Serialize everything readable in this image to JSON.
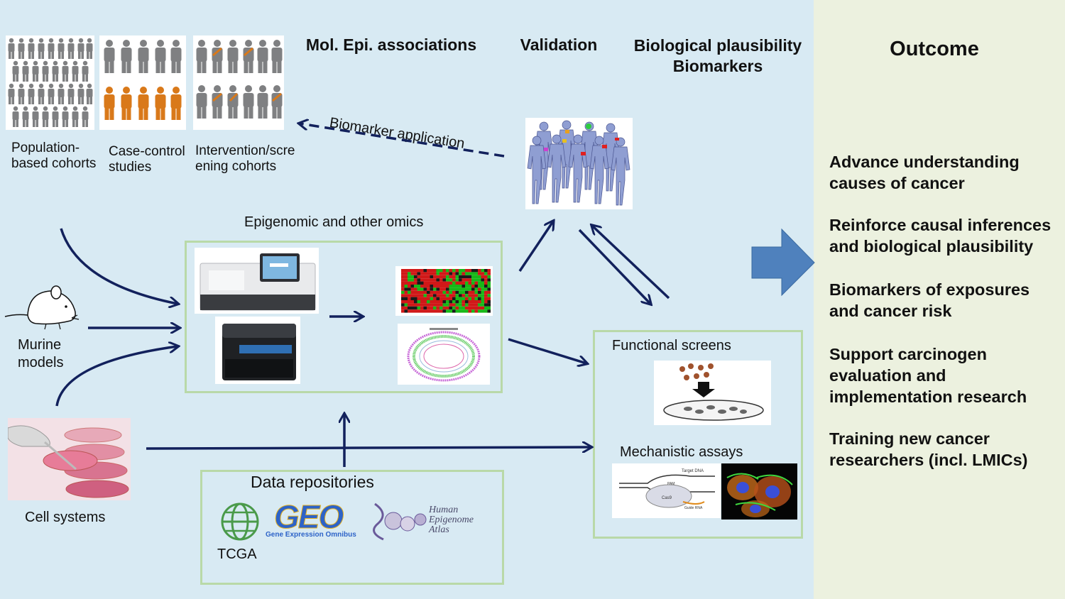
{
  "headers": {
    "mol_epi": "Mol. Epi. associations",
    "validation": "Validation",
    "bio_plausibility_line1": "Biological plausibility",
    "bio_plausibility_line2": "Biomarkers",
    "outcome": "Outcome"
  },
  "cohorts": {
    "population": [
      "Population-",
      "based cohorts"
    ],
    "case_control": [
      "Case-control",
      "studies"
    ],
    "intervention": [
      "Intervention/scre",
      "ening cohorts"
    ]
  },
  "models": {
    "murine": [
      "Murine",
      "models"
    ],
    "cell_systems": "Cell systems"
  },
  "omics_title": "Epigenomic and other omics",
  "biomarker_application": "Biomarker application",
  "functional": {
    "screens": "Functional screens",
    "mechanistic": "Mechanistic assays",
    "target_dna": "Target DNA",
    "pam": "PAM",
    "cas9": "Cas9",
    "guide_rna": "Guide RNA"
  },
  "repositories": {
    "title": "Data repositories",
    "tcga": "TCGA",
    "geo_logo": "GEO",
    "geo_caption": "Gene Expression Omnibus",
    "hea": [
      "Human",
      "Epigenome",
      "Atlas"
    ]
  },
  "outcomes": [
    [
      "Advance understanding",
      "causes of cancer"
    ],
    [
      "Reinforce causal inferences",
      "and biological plausibility"
    ],
    [
      "Biomarkers of exposures",
      "and cancer risk"
    ],
    [
      "Support carcinogen",
      "evaluation and",
      "implementation research"
    ],
    [
      "Training new cancer",
      "researchers (incl. LMICs)"
    ]
  ],
  "colors": {
    "arrow": "#12215c",
    "box_border": "#b9d9a8",
    "gray_person": "#7f8082",
    "orange_person": "#d9791a",
    "outcome_arrow": "#4f81bd",
    "main_bg": "#d8eaf3",
    "outcome_bg": "#ecf1df"
  },
  "icons": [
    "person-icon",
    "mouse-icon",
    "petri-dish-icon",
    "sequencer-icon",
    "heatmap-icon",
    "circos-plot-icon",
    "crispr-icon",
    "cell-image-icon",
    "tcga-globe-icon",
    "dna-logo-icon",
    "block-arrow-icon"
  ]
}
